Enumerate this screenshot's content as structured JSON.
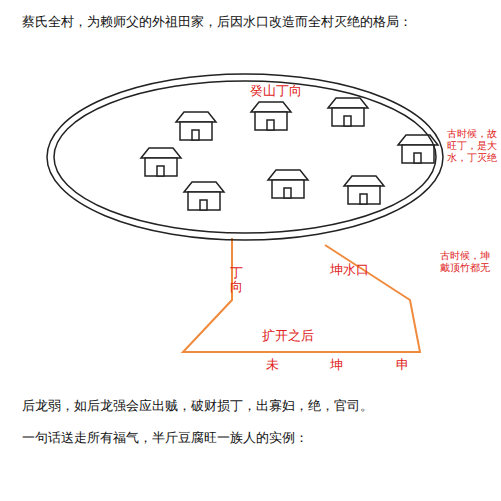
{
  "diagram": {
    "title": "蔡氏全村，为赖师父的外祖田家，后因水口改造而全村灭绝的格局：",
    "nodes": [
      {
        "text": [
          "癸山丁向"
        ]
      }
    ],
    "labels": [
      "古时候，故旺丁，是大水，丁灭绝",
      "古时候，坤戴顶竹都无",
      "丁向",
      "坤水口",
      "扩开之后",
      "未",
      "坤",
      "申",
      "后龙弱，如后龙强会应出贼，破财损丁，出寡妇，绝，官司。",
      "一句话送走所有福气，半斤豆腐旺一族人的实例："
    ]
  }
}
